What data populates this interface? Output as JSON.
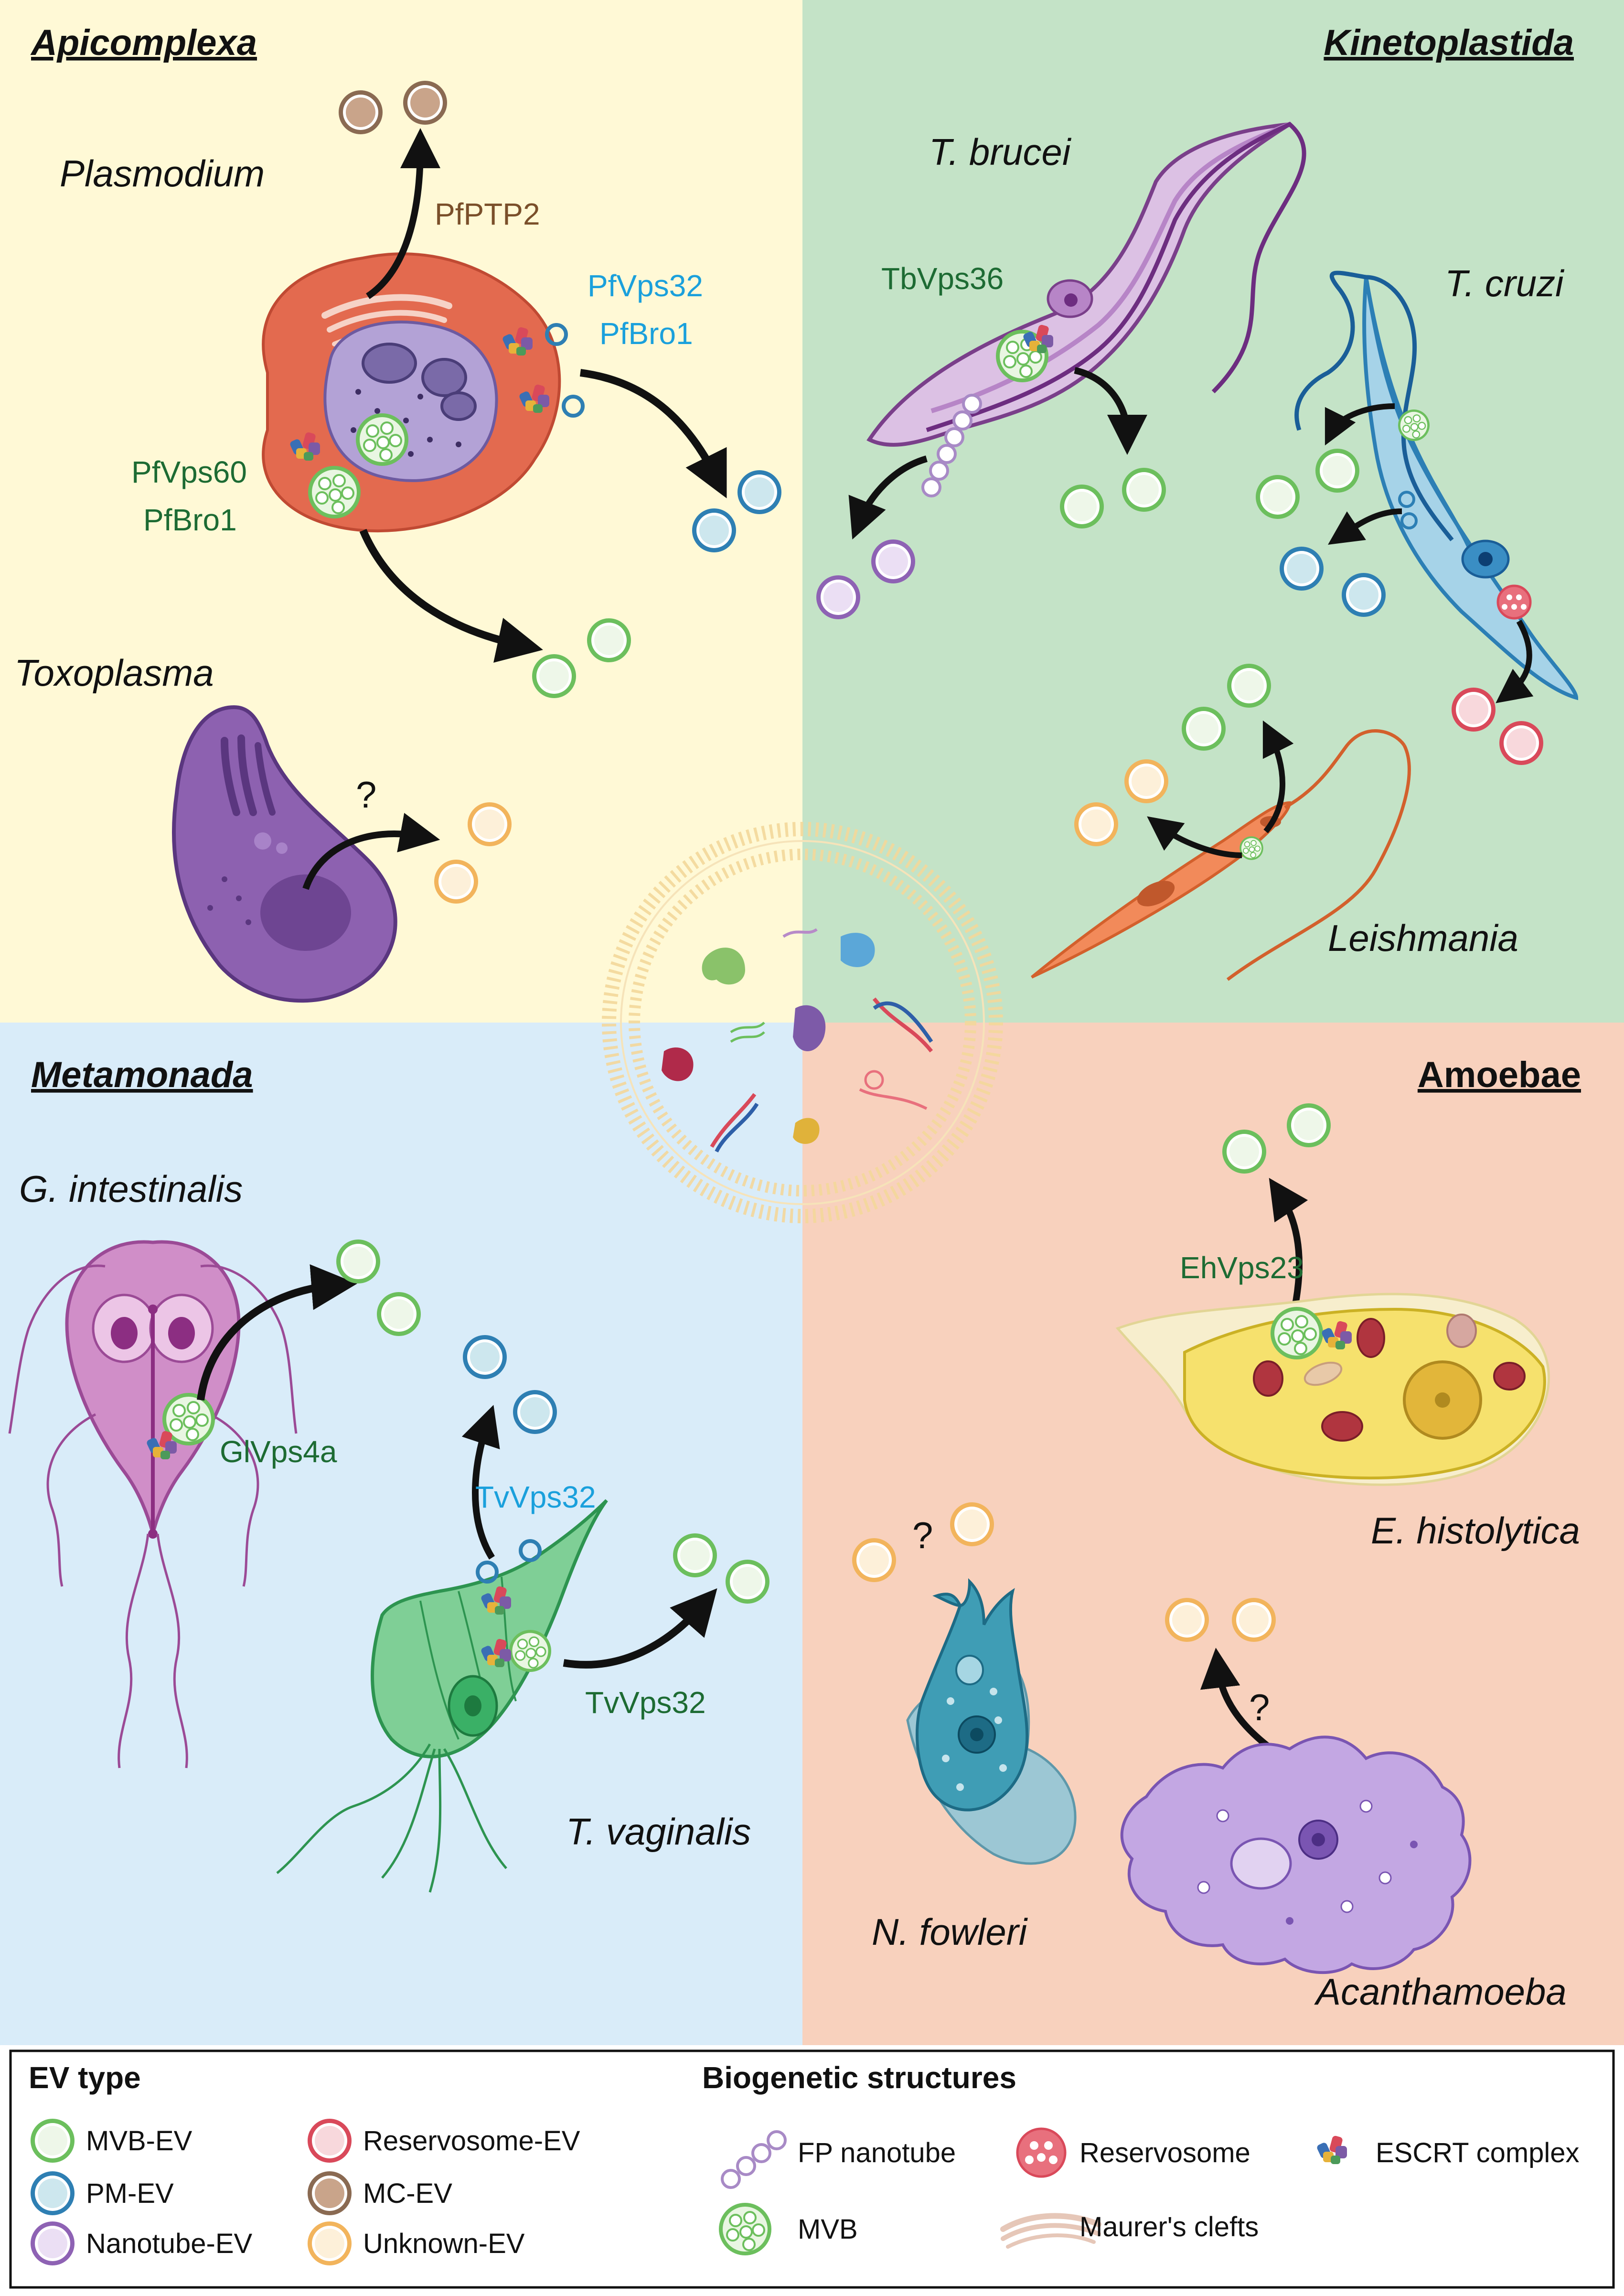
{
  "colors": {
    "apicomplexa_bg": "#fff9d6",
    "kinetoplastida_bg": "#c4e3c7",
    "metamonada_bg": "#d9ecf9",
    "amoebae_bg": "#f8d1bd",
    "mvb_ev": "#6cbf5d",
    "pm_ev": "#2e7fb3",
    "nanotube_ev": "#8e62b4",
    "reservosome_ev": "#d9495a",
    "mc_ev": "#8a6a52",
    "unknown_ev": "#f2b45c",
    "green_label": "#1d6b33",
    "blue_label": "#1aa0dc",
    "brown_label": "#7a4f2a"
  },
  "quadrants": {
    "apicomplexa": {
      "title": "Apicomplexa",
      "plasmodium": "Plasmodium",
      "toxoplasma": "Toxoplasma",
      "pfptp2": "PfPTP2",
      "pfvps32": "PfVps32",
      "pfbro1_blue": "PfBro1",
      "pfvps60": "PfVps60",
      "pfbro1_green": "PfBro1",
      "question": "?"
    },
    "kinetoplastida": {
      "title": "Kinetoplastida",
      "t_brucei": "T. brucei",
      "t_cruzi": "T. cruzi",
      "tbvps36": "TbVps36",
      "leishmania": "Leishmania"
    },
    "metamonada": {
      "title": "Metamonada",
      "g_intestinalis": "G. intestinalis",
      "glvps4a": "GlVps4a",
      "tvvps32_blue": "TvVps32",
      "tvvps32_green": "TvVps32",
      "t_vaginalis": "T. vaginalis"
    },
    "amoebae": {
      "title": "Amoebae",
      "ehvps23": "EhVps23",
      "e_histolytica": "E. histolytica",
      "n_fowleri": "N. fowleri",
      "acanthamoeba": "Acanthamoeba",
      "question_1": "?",
      "question_2": "?"
    }
  },
  "legend": {
    "ev_type_title": "EV type",
    "ev_types": [
      {
        "label": "MVB-EV",
        "icon": "mvb-ev-circle"
      },
      {
        "label": "Reservosome-EV",
        "icon": "reservosome-ev-circle"
      },
      {
        "label": "PM-EV",
        "icon": "pm-ev-circle"
      },
      {
        "label": "MC-EV",
        "icon": "mc-ev-circle"
      },
      {
        "label": "Nanotube-EV",
        "icon": "nanotube-ev-circle"
      },
      {
        "label": "Unknown-EV",
        "icon": "unknown-ev-circle"
      }
    ],
    "structures_title": "Biogenetic structures",
    "structures": [
      {
        "label": "FP nanotube",
        "icon": "fp-nanotube-icon"
      },
      {
        "label": "Reservosome",
        "icon": "reservosome-icon"
      },
      {
        "label": "ESCRT complex",
        "icon": "escrt-complex-icon"
      },
      {
        "label": "MVB",
        "icon": "mvb-icon"
      },
      {
        "label": "Maurer's clefts",
        "icon": "maurers-clefts-icon"
      }
    ]
  }
}
